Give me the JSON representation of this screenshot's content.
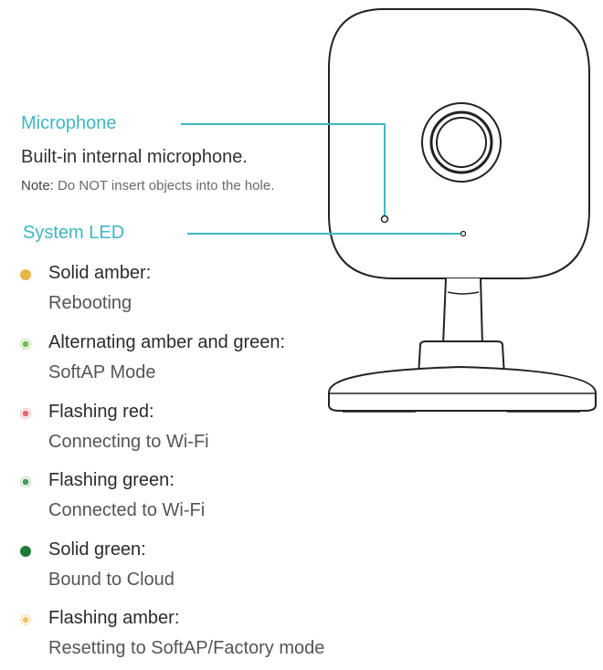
{
  "microphone": {
    "title": "Microphone",
    "description": "Built-in internal microphone.",
    "note_label": "Note:",
    "note_text": " Do NOT insert objects into the hole."
  },
  "system_led": {
    "title": "System LED",
    "items": [
      {
        "state": "Solid amber:",
        "meaning": "Rebooting",
        "dot": "solid",
        "color": "#e8b64a"
      },
      {
        "state": "Alternating amber and green:",
        "meaning": "SoftAP Mode",
        "dot": "ring",
        "color": "#7ab55c",
        "ring": "#c6dfa8"
      },
      {
        "state": "Flashing red:",
        "meaning": "Connecting to Wi-Fi",
        "dot": "ring",
        "color": "#e06b73",
        "ring": "#f4c3c6"
      },
      {
        "state": "Flashing green:",
        "meaning": "Connected to Wi-Fi",
        "dot": "ring",
        "color": "#4f9a5b",
        "ring": "#c0dcc4"
      },
      {
        "state": "Solid green:",
        "meaning": "Bound to Cloud",
        "dot": "solid",
        "color": "#1e7a35"
      },
      {
        "state": "Flashing amber:",
        "meaning": "Resetting to SoftAP/Factory mode",
        "dot": "ring",
        "color": "#f0c66a",
        "ring": "#f8e3b5"
      }
    ]
  },
  "colors": {
    "accent": "#3fb6c3",
    "outline": "#222222"
  }
}
